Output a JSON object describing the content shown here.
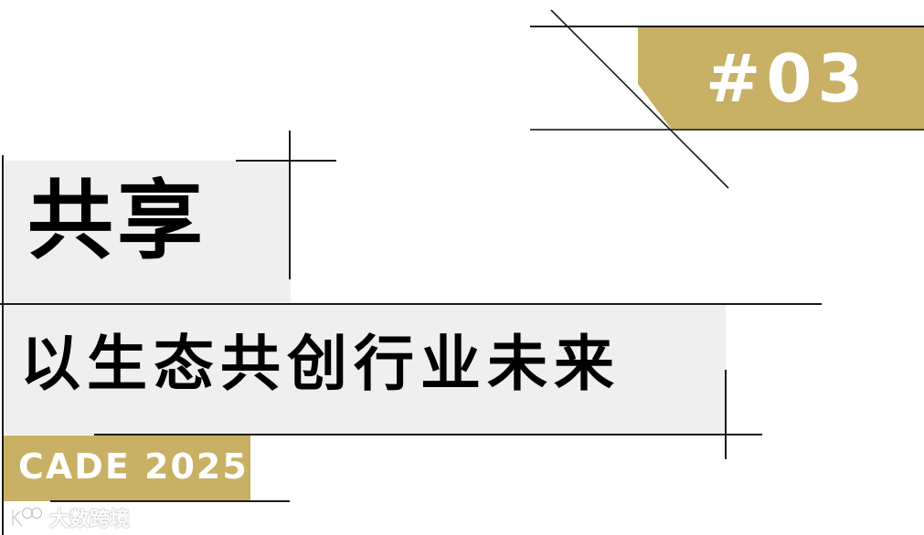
{
  "issue_badge": {
    "label": "#03",
    "bg_color": "#c8b064",
    "text_color": "#ffffff"
  },
  "title": {
    "text": "共享"
  },
  "subtitle": {
    "text": "以生态共创行业未来"
  },
  "event_tag": {
    "label": "CADE 2025",
    "bg_color": "#c8b064",
    "text_color": "#ffffff"
  },
  "watermark": {
    "logo_icon": "k100-logo-icon",
    "text": "大数跨境"
  },
  "colors": {
    "panel_gray": "#efefef",
    "line": "#1a1a1a",
    "gold": "#c8b064"
  }
}
